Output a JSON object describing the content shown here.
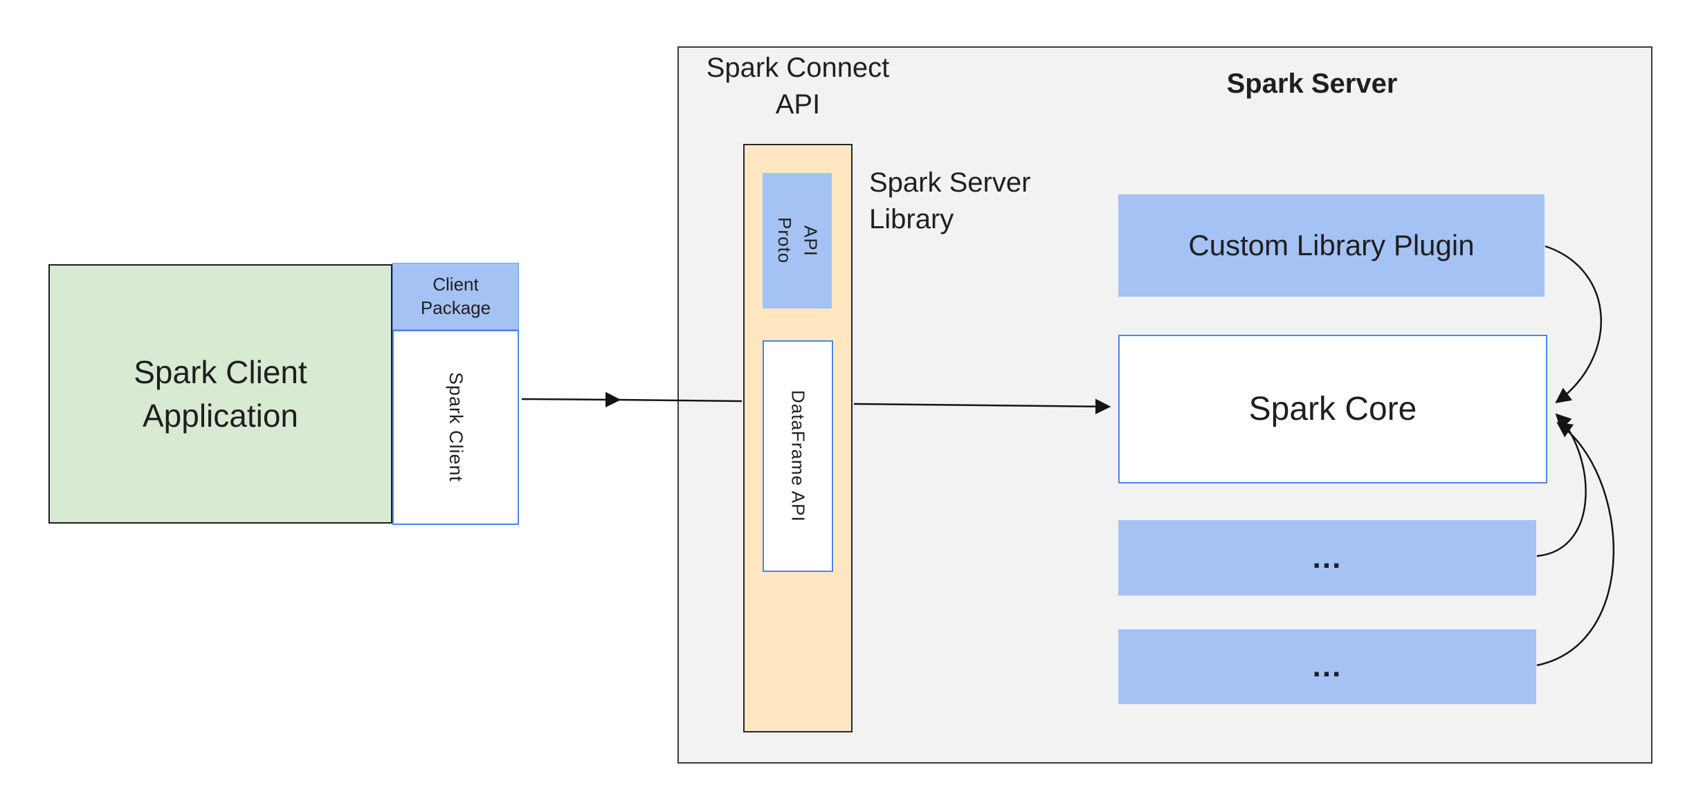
{
  "title": "Spark Connect architecture diagram",
  "colors": {
    "client_app_fill": "#d9ead3",
    "accent_blue_fill": "#a4c2f4",
    "api_column_fill": "#ffe8c1",
    "server_panel_fill": "#f2f2f2",
    "blue_border": "#4a86e8",
    "arrow_color": "#141414",
    "text_color": "#1f1f1f"
  },
  "nodes": {
    "client_app": "Spark Client\nApplication",
    "client_package": "Client\nPackage",
    "spark_client": "Spark Client",
    "spark_connect_api": "Spark Connect\nAPI",
    "spark_server": "Spark Server",
    "proto_api": "Proto API",
    "dataframe_api": "DataFrame API",
    "spark_server_library": "Spark Server\nLibrary",
    "custom_library_plugin": "Custom Library Plugin",
    "spark_core": "Spark Core",
    "plugin_ellipsis_1": "...",
    "plugin_ellipsis_2": "..."
  }
}
